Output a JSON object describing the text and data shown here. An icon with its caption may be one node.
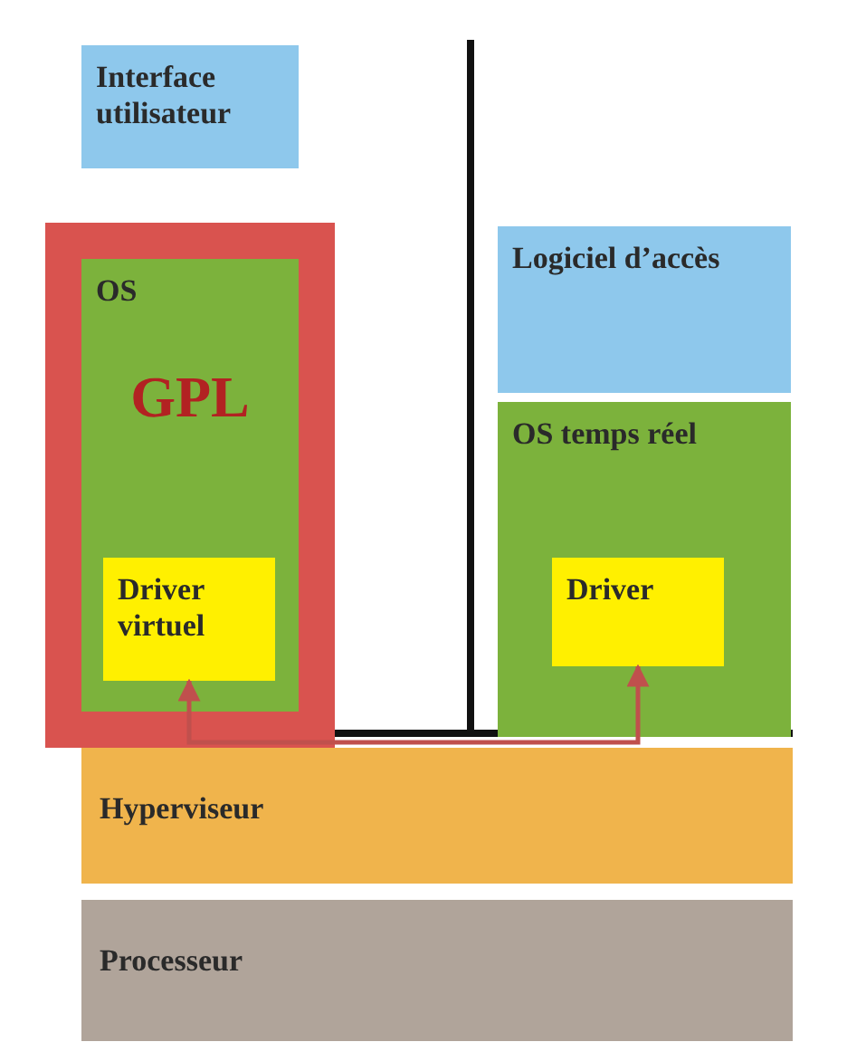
{
  "diagram": {
    "nodes": [
      {
        "text": [
          "Interface utilisateur"
        ]
      },
      {
        "text": [
          "OS",
          "GPL"
        ]
      },
      {
        "text": [
          "Driver virtuel"
        ],
        "in": 1
      },
      {
        "text": [
          "Logiciel d’accès"
        ]
      },
      {
        "text": [
          "OS temps réel"
        ]
      },
      {
        "text": [
          "Driver"
        ],
        "in": 4
      },
      {
        "text": [
          "Hyperviseur"
        ]
      },
      {
        "text": [
          "Processeur"
        ]
      }
    ],
    "edges": [
      {
        "from": 2,
        "to": 5,
        "arrow": "both",
        "color": "#c0504d"
      }
    ]
  }
}
